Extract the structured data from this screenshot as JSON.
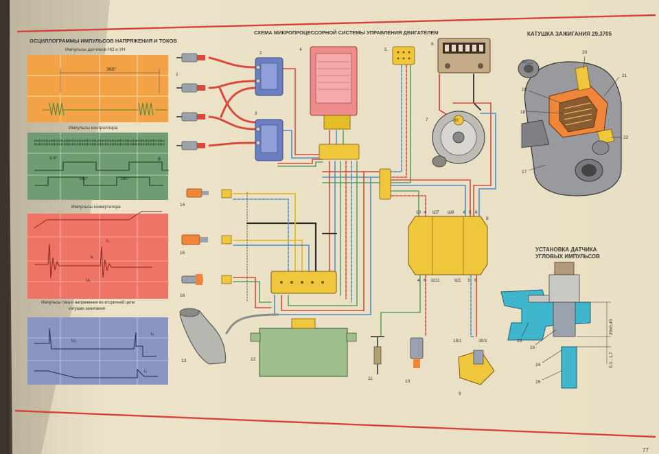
{
  "titles": {
    "oscillograms": "ОСЦИЛЛОГРАММЫ ИМПУЛЬСОВ НАПРЯЖЕНИЯ И ТОКОВ",
    "scheme": "СХЕМА МИКРОПРОЦЕССОРНОЙ СИСТЕМЫ УПРАВЛЕНИЯ ДВИГАТЕЛЕМ",
    "coil": "КАТУШКА ЗАЖИГАНИЯ 29.3705",
    "sensor_line1": "УСТАНОВКА ДАТЧИКА",
    "sensor_line2": "УГЛОВЫХ ИМПУЛЬСОВ"
  },
  "oscillograms": {
    "panel1_label": "Импульсы датчиков НО и УН",
    "panel1_angle": "360°",
    "panel2_label": "Импульсы контроллера",
    "panel2_angles": [
      "3,6°",
      "180°",
      "180°"
    ],
    "panel2_theta": "θ",
    "panel3_label": "Импульсы коммутатора",
    "panel3_marks": [
      "t₂",
      "tₙ",
      "U₁"
    ],
    "panel4_label_line1": "Импульсы тока и напряжения во вторичной цепи",
    "panel4_label_line2": "катушки зажигания",
    "panel4_marks": [
      "U₂",
      "t₃",
      "i₂"
    ]
  },
  "components": {
    "spark_plugs": "1",
    "coils": [
      "2",
      "3"
    ],
    "controller": "4",
    "diag_connector": "5",
    "battery": "6",
    "generator": "7",
    "generator_terminal": "30",
    "commutator": "8",
    "distributor_sensor": "9",
    "valve": "10",
    "micro_switch": "11",
    "control_unit": "12",
    "intake": "13",
    "sensor_14": "14",
    "sensor_15": "15",
    "sensor_16": "16"
  },
  "commutator_pins": {
    "top_left": [
      "10",
      "4"
    ],
    "top_left_label": "Ш7",
    "top_middle_label": "Ш8",
    "top_right": [
      "4",
      "5",
      "6"
    ],
    "bottom_left": [
      "4",
      "6"
    ],
    "bottom_left_label": "Ш11",
    "bottom_right_label": "Ш1",
    "bottom_right": [
      "3",
      "6"
    ]
  },
  "dist_labels": [
    "15/1",
    "30/1"
  ],
  "coil_callouts": [
    "20",
    "20",
    "21",
    "19",
    "18",
    "22",
    "17"
  ],
  "sensor_install": {
    "callouts": [
      "23",
      "16",
      "24",
      "25"
    ],
    "dim_main": "25±0,45",
    "dim_gap": "0,3...1,7"
  },
  "page_number": "77",
  "colors": {
    "page": "#ece2c8",
    "osc_orange": "#f3a246",
    "osc_green": "#6f9d71",
    "osc_red": "#ee7465",
    "osc_blue": "#8895c0",
    "wire_red": "#d84a3c",
    "wire_blue": "#4f8fc6",
    "wire_green": "#5aa062",
    "wire_yellow": "#e4bd2a",
    "wire_black": "#2c2c2c",
    "coil_blue": "#6c7fc0",
    "controller_pink": "#ec8c8c",
    "commutator_yellow": "#efc63c",
    "unit_green": "#9fbf8d",
    "cyan": "#3fb6cc"
  }
}
